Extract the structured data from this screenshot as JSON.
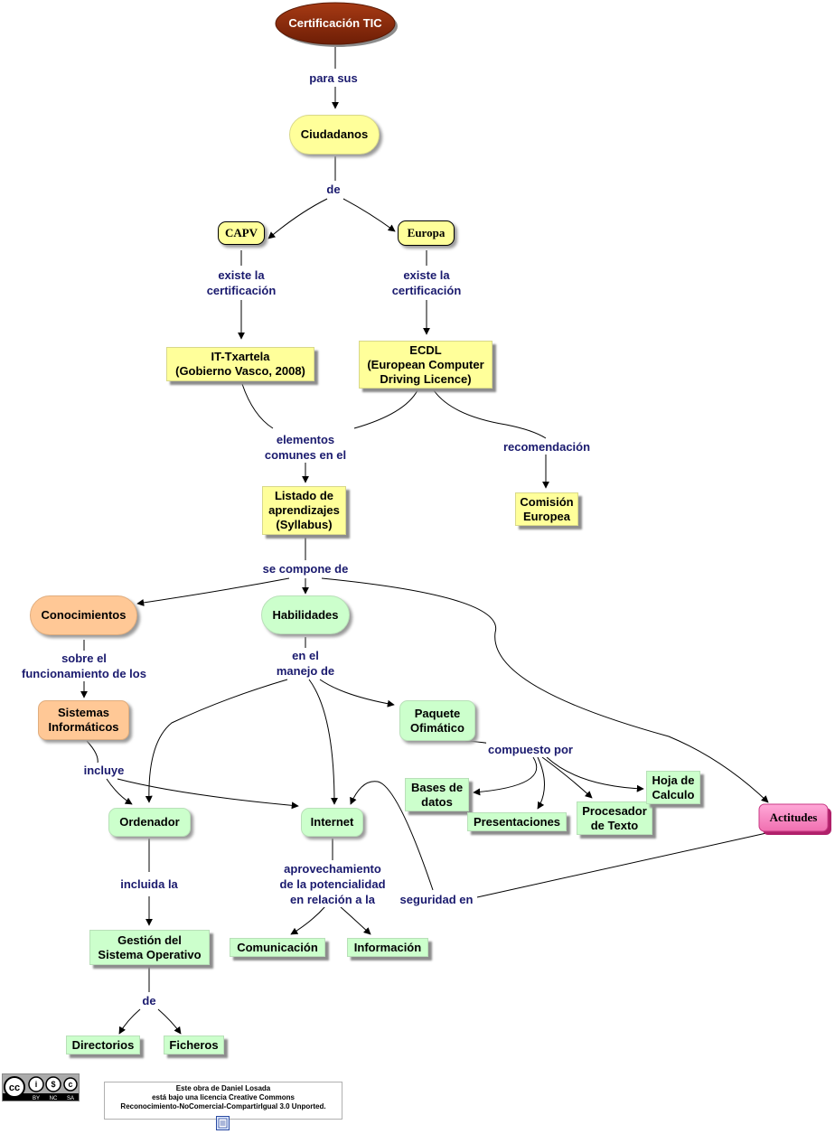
{
  "nodes": {
    "certificacion_tic": "Certificación TIC",
    "ciudadanos": "Ciudadanos",
    "capv": "CAPV",
    "europa": "Europa",
    "it_txartela": "IT-Txartela\n(Gobierno Vasco, 2008)",
    "ecdl": "ECDL\n(European Computer\nDriving Licence)",
    "listado": "Listado de\naprendizajes\n(Syllabus)",
    "comision": "Comisión\nEuropea",
    "conocimientos": "Conocimientos",
    "habilidades": "Habilidades",
    "actitudes": "Actitudes",
    "sistemas": "Sistemas\nInformáticos",
    "paquete": "Paquete\nOfimático",
    "ordenador": "Ordenador",
    "internet": "Internet",
    "bases": "Bases de\ndatos",
    "presentaciones": "Presentaciones",
    "procesador": "Procesador\nde Texto",
    "hoja": "Hoja de\nCalculo",
    "gestion": "Gestión del\nSistema Operativo",
    "comunicacion": "Comunicación",
    "informacion": "Información",
    "directorios": "Directorios",
    "ficheros": "Ficheros"
  },
  "links": {
    "para_sus": "para sus",
    "de_1": "de",
    "existe_capv": "existe la\ncertificación",
    "existe_europa": "existe la\ncertificación",
    "elementos": "elementos\ncomunes en el",
    "recomendacion": "recomendación",
    "se_compone": "se compone de",
    "sobre_el": "sobre el\nfuncionamiento de los",
    "en_el_manejo": "en el\nmanejo de",
    "compuesto": "compuesto por",
    "incluye": "incluye",
    "incluida": "incluida la",
    "aprovechamiento": "aprovechamiento\nde la potencialidad\nen relación a la",
    "seguridad": "seguridad en",
    "de_2": "de"
  },
  "footer": {
    "license_line1": "Este obra de Daniel Losada",
    "license_line2": "está bajo una licencia Creative Commons",
    "license_line3": "Reconocimiento-NoComercial-CompartirIgual 3.0 Unported.",
    "cc_badge": [
      "BY",
      "NC",
      "SA"
    ]
  },
  "colors": {
    "root": "#8b2a0c",
    "yellow": "#ffff9a",
    "green": "#ccffcc",
    "orange": "#ffc896",
    "pink": "#ff8ec8",
    "link_text": "#1a1a6e"
  }
}
